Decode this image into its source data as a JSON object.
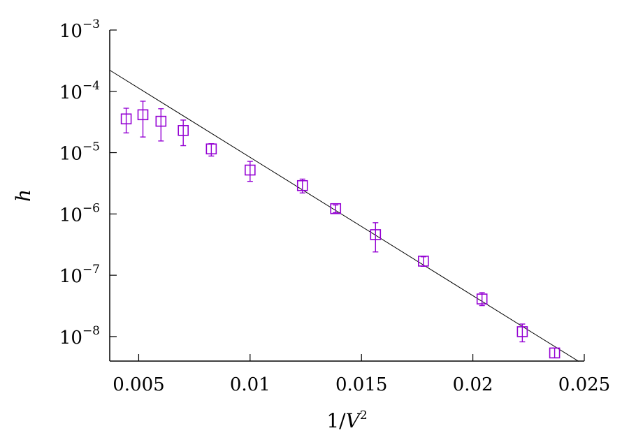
{
  "chart_data": {
    "type": "scatter",
    "xlabel": {
      "prefix": "1/",
      "var": "V",
      "exp": "2"
    },
    "ylabel": "h",
    "xlim": [
      0.0037,
      0.025
    ],
    "ylim_log10": [
      -8.4,
      -3
    ],
    "y_scale": "log",
    "grid": false,
    "x_ticks": [
      {
        "value": 0.005,
        "label": "0.005"
      },
      {
        "value": 0.01,
        "label": "0.01"
      },
      {
        "value": 0.015,
        "label": "0.015"
      },
      {
        "value": 0.02,
        "label": "0.02"
      },
      {
        "value": 0.025,
        "label": "0.025"
      }
    ],
    "y_ticks": [
      {
        "log10": -3,
        "base": "10",
        "exp": "−3"
      },
      {
        "log10": -4,
        "base": "10",
        "exp": "−4"
      },
      {
        "log10": -5,
        "base": "10",
        "exp": "−5"
      },
      {
        "log10": -6,
        "base": "10",
        "exp": "−6"
      },
      {
        "log10": -7,
        "base": "10",
        "exp": "−7"
      },
      {
        "log10": -8,
        "base": "10",
        "exp": "−8"
      }
    ],
    "series": [
      {
        "marker": "open-square",
        "color": "#9400d3",
        "points": [
          {
            "x": 0.00444,
            "y": 3.55e-05,
            "ylo": 2.1e-05,
            "yhi": 5.3e-05
          },
          {
            "x": 0.00519,
            "y": 4.15e-05,
            "ylo": 1.8e-05,
            "yhi": 6.9e-05
          },
          {
            "x": 0.006,
            "y": 3.25e-05,
            "ylo": 1.55e-05,
            "yhi": 5.2e-05
          },
          {
            "x": 0.007,
            "y": 2.3e-05,
            "ylo": 1.3e-05,
            "yhi": 3.4e-05
          },
          {
            "x": 0.00826,
            "y": 1.15e-05,
            "ylo": 8.8e-06,
            "yhi": 1.4e-05
          },
          {
            "x": 0.01,
            "y": 5.2e-06,
            "ylo": 3.4e-06,
            "yhi": 7.2e-06
          },
          {
            "x": 0.01235,
            "y": 2.9e-06,
            "ylo": 2.2e-06,
            "yhi": 3.7e-06
          },
          {
            "x": 0.01384,
            "y": 1.22e-06,
            "ylo": 1.05e-06,
            "yhi": 1.4e-06
          },
          {
            "x": 0.01563,
            "y": 4.6e-07,
            "ylo": 2.4e-07,
            "yhi": 7.2e-07
          },
          {
            "x": 0.01778,
            "y": 1.7e-07,
            "ylo": 1.4e-07,
            "yhi": 2e-07
          },
          {
            "x": 0.02041,
            "y": 4.1e-08,
            "ylo": 3.2e-08,
            "yhi": 5.2e-08
          },
          {
            "x": 0.02222,
            "y": 1.2e-08,
            "ylo": 8.2e-09,
            "yhi": 1.6e-08
          },
          {
            "x": 0.02367,
            "y": 5.4e-09,
            "ylo": 4.5e-09,
            "yhi": 6.5e-09
          }
        ]
      },
      {
        "type": "line",
        "color": "#000000",
        "fit_log10": [
          {
            "x": 0.0037,
            "log10y": -3.655
          },
          {
            "x": 0.02475,
            "log10y": -8.405
          }
        ]
      }
    ]
  }
}
